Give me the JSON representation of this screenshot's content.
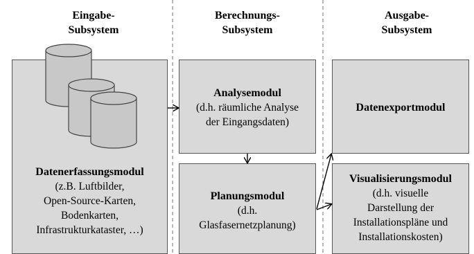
{
  "headers": {
    "input": [
      "Eingabe-",
      "Subsystem"
    ],
    "compute": [
      "Berechnungs-",
      "Subsystem"
    ],
    "output": [
      "Ausgabe-",
      "Subsystem"
    ]
  },
  "modules": {
    "datenerfassung": {
      "title": "Datenerfassungsmodul",
      "lines": [
        "(z.B. Luftbilder,",
        "Open-Source-Karten,",
        "Bodenkarten,",
        "Infrastrukturkataster, …)"
      ]
    },
    "analyse": {
      "title": "Analysemodul",
      "lines": [
        "(d.h. räumliche Analyse",
        "der Eingangsdaten)"
      ]
    },
    "planung": {
      "title": "Planungsmodul",
      "lines": [
        "(d.h.",
        "Glasfasernetzplanung)"
      ]
    },
    "datenexport": {
      "title": "Datenexportmodul",
      "lines": []
    },
    "visualisierung": {
      "title": "Visualisierungsmodul",
      "lines": [
        "(d.h. visuelle",
        "Darstellung der",
        "Installationspläne und",
        "Installationskosten)"
      ]
    }
  },
  "colors": {
    "box_fill": "#d9d9d9",
    "box_border": "#555555",
    "cylinder_fill": "#c8c8c8",
    "arrow": "#000000",
    "divider": "#707070"
  },
  "icons": [
    "database-cylinder-icon",
    "arrow-icon"
  ]
}
